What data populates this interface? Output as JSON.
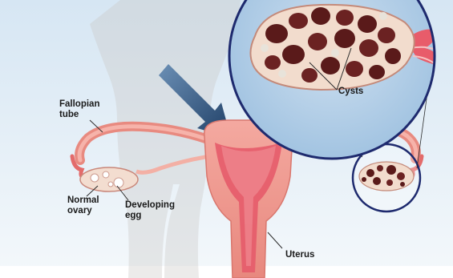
{
  "labels": {
    "fallopian_tube": [
      "Fallopian",
      "tube"
    ],
    "normal_ovary": [
      "Normal",
      "ovary"
    ],
    "developing_egg": [
      "Developing",
      "egg"
    ],
    "cysts": "Cysts",
    "uterus": "Uterus"
  },
  "colors": {
    "background_top": "#dce9f4",
    "background_bottom": "#ffffff",
    "uterus_outer": "#f2a49c",
    "uterus_inner": "#e04a5a",
    "zoom_circle_border": "#1e2a6e",
    "arrow": "#2c4f7c",
    "cyst_dark": "#5a1a1a"
  }
}
